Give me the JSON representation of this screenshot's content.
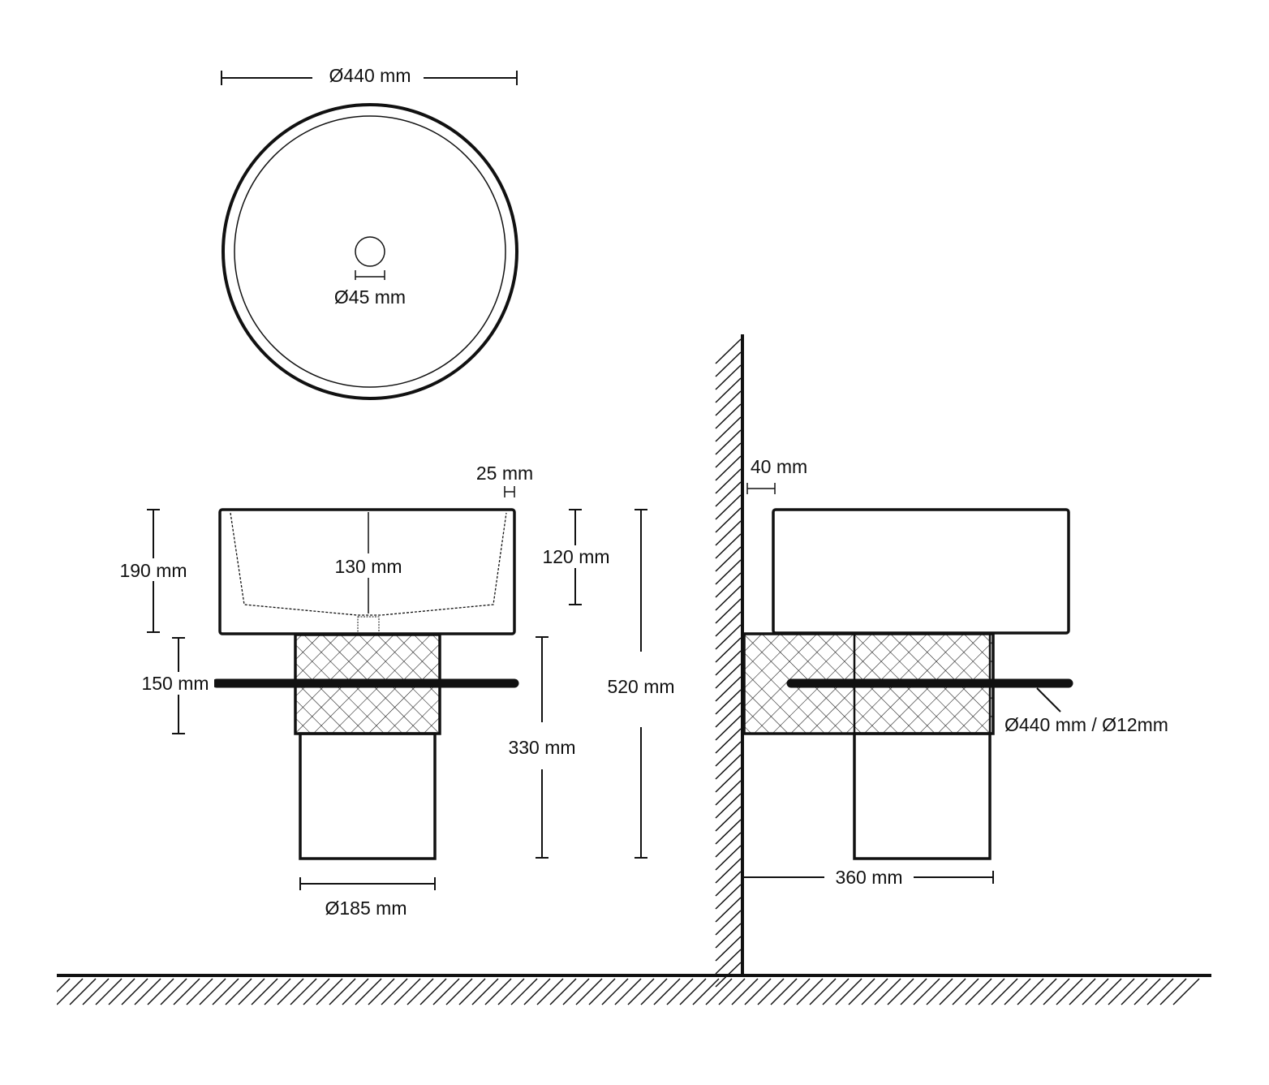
{
  "colors": {
    "line": "#111111",
    "background": "#ffffff"
  },
  "dimensions": {
    "top_diameter": "Ø440 mm",
    "drain_diameter": "Ø45 mm",
    "rim_thickness": "25 mm",
    "basin_height": "190 mm",
    "basin_depth_center": "130 mm",
    "basin_depth_inner": "120 mm",
    "collar_height": "150 mm",
    "total_height": "520 mm",
    "pedestal_height": "330 mm",
    "pedestal_diameter": "Ø185 mm",
    "wall_gap": "40 mm",
    "wall_projection": "360 mm",
    "towel_bar": "Ø440 mm / Ø12mm"
  }
}
